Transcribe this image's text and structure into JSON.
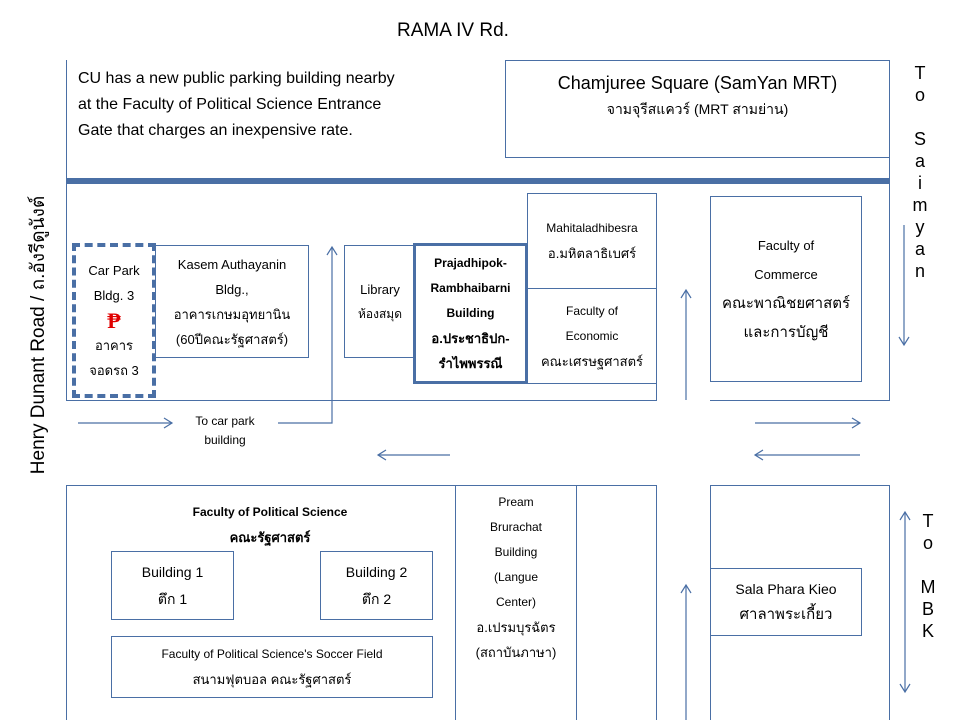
{
  "road_top": "RAMA IV Rd.",
  "road_left": "Henry Dunant Road / ถ.อังรีดูนังต์",
  "note": [
    "CU has a new public parking building nearby",
    "at the Faculty of Political Science Entrance",
    "Gate that charges an inexpensive rate."
  ],
  "chamjuree": {
    "en": "Chamjuree Square (SamYan MRT)",
    "th": "จามจุรีสแควร์ (MRT สามย่าน)"
  },
  "to_saimyan": [
    "T",
    "o",
    "",
    "S",
    "a",
    "i",
    "m",
    "y",
    "a",
    "n"
  ],
  "to_mbk": [
    "T",
    "o",
    "",
    "M",
    "B",
    "K"
  ],
  "carpark": {
    "l1": "Car Park",
    "l2": "Bldg. 3",
    "icon": "₱",
    "l3": "อาคาร",
    "l4": "จอดรถ 3"
  },
  "kasem": [
    "Kasem Authayanin",
    "Bldg.,",
    "อาคารเกษมอุทยานิน",
    "(60ปีคณะรัฐศาสตร์)"
  ],
  "library": [
    "Library",
    "ห้องสมุด"
  ],
  "prajadhipok": [
    "Prajadhipok-",
    "Rambhaibarni",
    "Building",
    "อ.ประชาธิปก-",
    "รำไพพรรณี"
  ],
  "mahitala": [
    "Mahitaladhibesra",
    "อ.มหิตลาธิเบศร์"
  ],
  "economic": [
    "Faculty of",
    "Economic",
    "คณะเศรษฐศาสตร์"
  ],
  "commerce": [
    "Faculty of",
    "Commerce",
    "คณะพาณิชยศาสตร์",
    "และการบัญชี"
  ],
  "to_carpark": [
    "To car park",
    "building"
  ],
  "polsci": [
    "Faculty of Political Science",
    "คณะรัฐศาสตร์"
  ],
  "building1": [
    "Building  1",
    "ตึก 1"
  ],
  "building2": [
    "Building  2",
    "ตึก 2"
  ],
  "soccer": [
    "Faculty of Political Science's Soccer Field",
    "สนามฟุตบอล คณะรัฐศาสตร์"
  ],
  "pream": [
    "Pream",
    "Brurachat",
    "Building",
    "(Langue",
    "Center)",
    "อ.เปรมบุรฉัตร",
    "(สถาบันภาษา)"
  ],
  "sala": [
    "Sala Phara Kieo",
    "ศาลาพระเกี้ยว"
  ],
  "colors": {
    "line": "#4a6fa5",
    "parking": "#e00000"
  }
}
